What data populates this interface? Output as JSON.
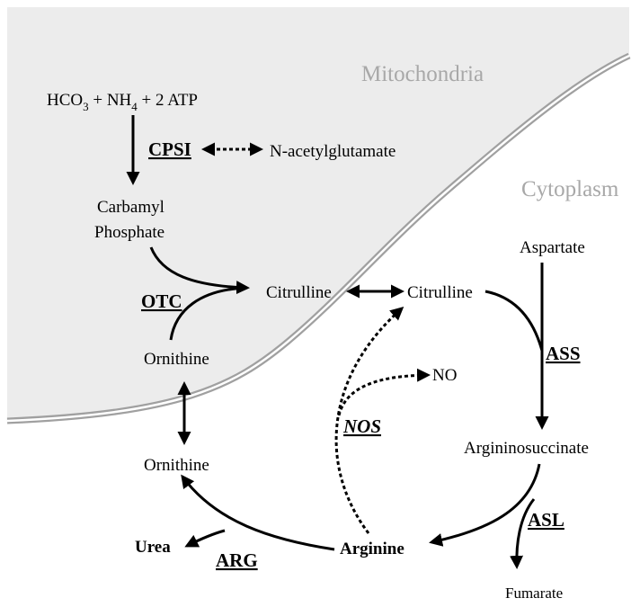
{
  "regions": {
    "mitochondria": "Mitochondria",
    "cytoplasm": "Cytoplasm"
  },
  "metabolites": {
    "substrates_main": "HCO",
    "substrates_sub1": "3",
    "substrates_mid": " + NH",
    "substrates_sub2": "4",
    "substrates_end": " + 2 ATP",
    "n_acetylglutamate": "N-acetylglutamate",
    "carbamyl": "Carbamyl",
    "phosphate": "Phosphate",
    "citrulline_mito": "Citrulline",
    "citrulline_cyto": "Citrulline",
    "ornithine_mito": "Ornithine",
    "ornithine_cyto": "Ornithine",
    "aspartate": "Aspartate",
    "argininosuccinate": "Argininosuccinate",
    "arginine": "Arginine",
    "fumarate": "Fumarate",
    "urea": "Urea",
    "no": "NO"
  },
  "enzymes": {
    "cpsi": "CPSI",
    "otc": "OTC",
    "ass": "ASS",
    "asl": "ASL",
    "arg": "ARG",
    "nos": "NOS"
  },
  "colors": {
    "mitochondria_fill": "#ececec",
    "membrane": "#a0a0a0",
    "ink": "#000000"
  }
}
